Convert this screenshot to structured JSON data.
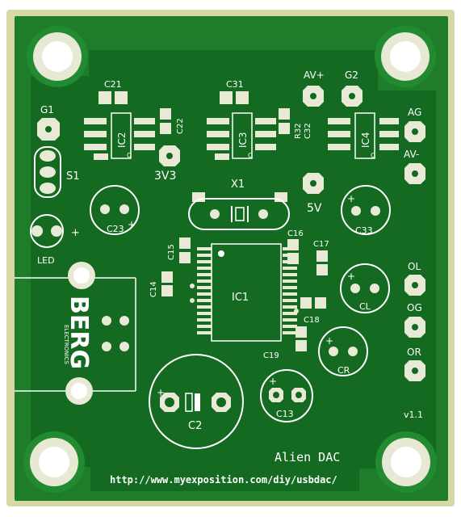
{
  "board": {
    "title": "Alien DAC",
    "url": "http://www.myexposition.com/diy/usbdac/",
    "version": "v1.1",
    "substrate_color": "#1f7a2a",
    "soldermask_color": "#0f5a1c",
    "edge_color": "#d7d9a8",
    "copper_color": "#e9ead6"
  },
  "labels": {
    "g1": "G1",
    "s1": "S1",
    "led": "LED",
    "plus_led": "+",
    "c21": "C21",
    "c31": "C31",
    "c22": "C22",
    "c32": "C32",
    "r32": "R32",
    "ic2": "IC2",
    "ic3": "IC3",
    "ic4": "IC4",
    "c_ic2": "C",
    "c_ic3": "C",
    "c_ic4": "C",
    "v3v3": "3V3",
    "v5": "5V",
    "av_plus": "AV+",
    "g2": "G2",
    "ag": "AG",
    "av_minus": "AV-",
    "x1": "X1",
    "c23": "C23",
    "c23_plus": "+",
    "c33": "C33",
    "c33_plus": "+",
    "c15": "C15",
    "c14": "C14",
    "c16": "C16",
    "c17": "C17",
    "c18": "C18",
    "c19": "C19",
    "ic1": "IC1",
    "cl": "CL",
    "cl_plus": "+",
    "cr": "CR",
    "cr_plus": "+",
    "c2": "C2",
    "c2_plus": "+",
    "c13": "C13",
    "c13_plus": "+",
    "ol": "OL",
    "og": "OG",
    "or": "OR",
    "berg": "BERG",
    "electronics": "ELECTRONICS"
  }
}
